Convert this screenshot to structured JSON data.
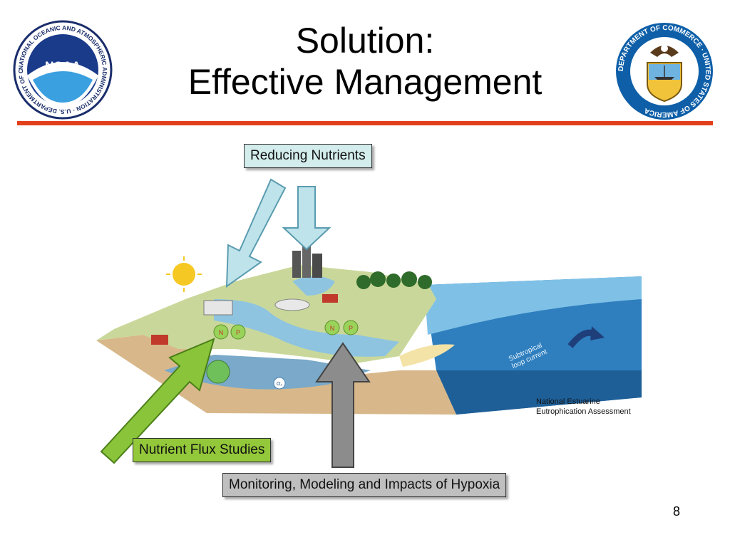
{
  "title": {
    "line1": "Solution:",
    "line2": "Effective Management"
  },
  "logos": {
    "noaa": {
      "center_text": "NOAA",
      "ring_text": "NATIONAL OCEANIC AND ATMOSPHERIC ADMINISTRATION · U.S. DEPARTMENT OF COMMERCE"
    },
    "commerce": {
      "ring_text": "DEPARTMENT OF COMMERCE · UNITED STATES OF AMERICA"
    }
  },
  "labels": {
    "reducing_nutrients": "Reducing Nutrients",
    "nutrient_flux": "Nutrient Flux Studies",
    "monitoring": "Monitoring, Modeling and Impacts of Hypoxia"
  },
  "diagram": {
    "current_line1": "Subtropical",
    "current_line2": "loop current",
    "source_line1": "National Estuarine",
    "source_line2": "Eutrophication Assessment",
    "nutrient_n": "N",
    "nutrient_p": "P",
    "oxygen": "O₂"
  },
  "page_number": "8",
  "colors": {
    "rule": "#e2401b",
    "reduce_box": "#d3ecec",
    "flux_box": "#93c83a",
    "monitor_box": "#bfbfbf",
    "water": "#3b8fc4",
    "land": "#c9d89a",
    "sediment": "#d8b88a"
  }
}
